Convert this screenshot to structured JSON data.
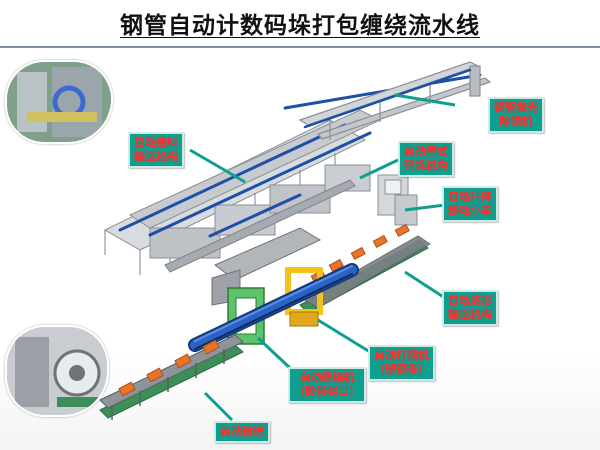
{
  "title": "钢管自动计数码垛打包缠绕流水线",
  "colors": {
    "callout_bg": "#0e9f8f",
    "callout_text": "#ff2b2b",
    "pipe_blue": "#1c4fa8",
    "conveyor_orange": "#e8742a",
    "frame_gray": "#a9adb3",
    "base_green": "#3c8f57",
    "yellow_frame": "#f2c31c",
    "winder_green": "#5ec26a"
  },
  "callouts": {
    "polish": {
      "line1": "钢管抛光",
      "line2": "除锈机"
    },
    "feed": {
      "line1": "自动接料",
      "line2": "输送机构"
    },
    "stack": {
      "line1": "自动壁式",
      "line2": "码垛机构"
    },
    "lift": {
      "line1": "自动升降",
      "line2": "移动小车"
    },
    "forming": {
      "line1": "自动成形",
      "line2": "输送机构"
    },
    "strapping": {
      "line1": "自动打捆机",
      "line2": "（塑钢带）"
    },
    "wrapping": {
      "line1": "自动缠绕机",
      "line2": "（胶带封口）"
    },
    "conveying": {
      "line1": "自动输送"
    }
  }
}
